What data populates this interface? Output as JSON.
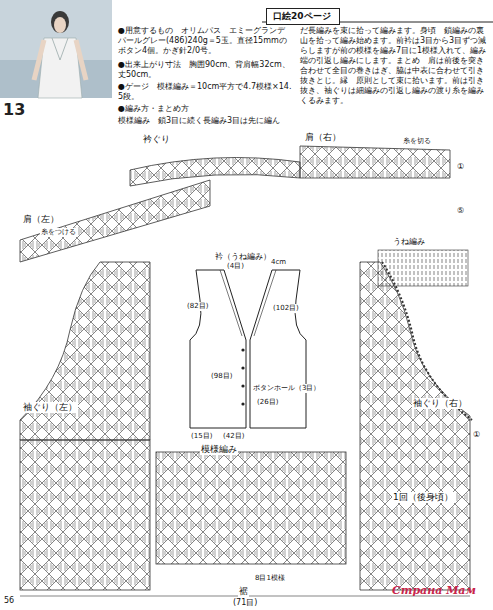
{
  "diagram": {
    "nodes": [
      {
        "text": [
          "口絵20ページ"
        ]
      }
    ],
    "labels": [
      "13",
      "●用意するもの　オリムパス　エミーグランデ パールグレー(486)240g＝5玉。直径15mmのボタン4個。かぎ針2/0号。",
      "●出来上がり寸法　胸囲90cm、背肩幅32cm、丈50cm。",
      "●ゲージ　模様編み＝10cm平方で4.7模様×14.5段。",
      "●編み方・まとめ方",
      "模様編み　鎖3目に続く長編み3目は先に編ん",
      "だ長編みを束に拾って編みます。身頃　鎖編みの裏山を拾って編み始めます。前衿は3目から3目ずつ減らしますが前の模様を編み7目に1模様入れて、編み端の引返し編みにします。まとめ　肩は前後を突き合わせて全目の巻きはぎ、脇は中表に合わせて引き抜きとじ。縁　原則として束に拾います。前は引き抜き、袖ぐりは細編みの引返し編みの渡り糸を編みくるみます。",
      "衿ぐり",
      "肩（右）",
      "糸を切る",
      "肩（左）",
      "糸をつける",
      "うね編み",
      "衿（うね編み）",
      "(4目)",
      "4cm",
      "(82目)",
      "(102目)",
      "(98目)",
      "ボタンホール（3目）",
      "(26目)",
      "(15目)",
      "(42目)",
      "袖ぐり（左）",
      "袖ぐり（右）",
      "模様編み",
      "1回（後身頃）",
      "8目1模様",
      "裾",
      "(71目)",
      "①",
      "⑤",
      "①",
      "56",
      "Страна Мам"
    ]
  }
}
